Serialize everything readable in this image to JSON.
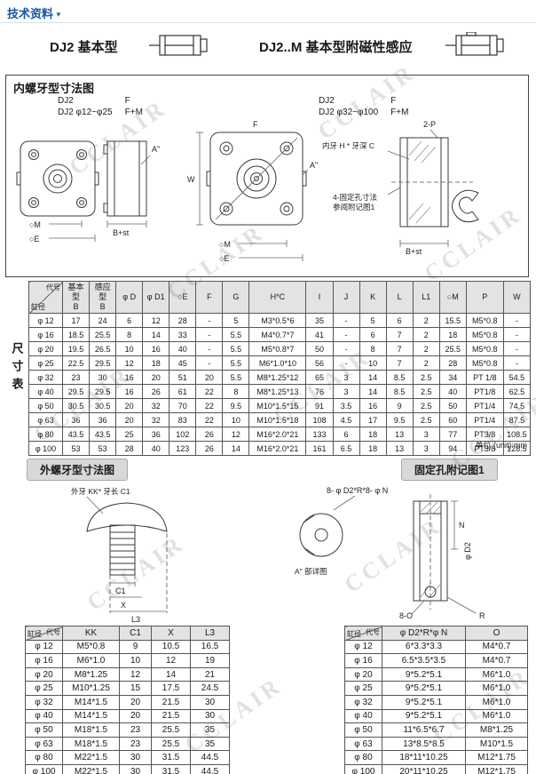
{
  "page": {
    "nav": "技术资料",
    "nav_caret": "▾",
    "unit_note": "单位 (unit):mm",
    "watermark": "CCLAIR"
  },
  "products": {
    "left_title": "DJ2 基本型",
    "right_title": "DJ2..M 基本型附磁性感应"
  },
  "internal": {
    "title": "内螺牙型寸法图",
    "variant_left": {
      "l1": "DJ2",
      "l2": "DJ2 φ12~φ25",
      "r1": "F",
      "r2": "F+M"
    },
    "variant_right": {
      "l1": "DJ2",
      "l2": "DJ2 φ32~φ100",
      "r1": "F",
      "r2": "F+M"
    },
    "labels": {
      "a_mark": "A\"",
      "m_dim": "○M",
      "e_dim": "○E",
      "b_st": "B+st",
      "f_dim": "F",
      "w_dim": "W",
      "p2": "2-P",
      "thread_note": "内牙 H * 牙深 C",
      "hole_note1": "4-固定孔寸法",
      "hole_note2": "参阅附记图1"
    }
  },
  "size_table": {
    "side_label": "尺寸表",
    "headers": [
      {
        "top": "代号",
        "bottom": "缸径"
      },
      "基本型\nB",
      "感应型\nB",
      "φ D",
      "φ D1",
      "○E",
      "F",
      "G",
      "H*C",
      "I",
      "J",
      "K",
      "L",
      "L1",
      "○M",
      "P",
      "W"
    ],
    "rows": [
      [
        "φ 12",
        "17",
        "24",
        "6",
        "12",
        "28",
        "-",
        "5",
        "M3*0.5*6",
        "35",
        "-",
        "5",
        "6",
        "2",
        "15.5",
        "M5*0.8",
        "-"
      ],
      [
        "φ 16",
        "18.5",
        "25.5",
        "8",
        "14",
        "33",
        "-",
        "5.5",
        "M4*0.7*7",
        "41",
        "-",
        "6",
        "7",
        "2",
        "18",
        "M5*0.8",
        "-"
      ],
      [
        "φ 20",
        "19.5",
        "26.5",
        "10",
        "16",
        "40",
        "-",
        "5.5",
        "M5*0.8*7",
        "50",
        "-",
        "8",
        "7",
        "2",
        "25.5",
        "M5*0.8",
        "-"
      ],
      [
        "φ 25",
        "22.5",
        "29.5",
        "12",
        "18",
        "45",
        "-",
        "5.5",
        "M6*1.0*10",
        "56",
        "-",
        "10",
        "7",
        "2",
        "28",
        "M5*0.8",
        "-"
      ],
      [
        "φ 32",
        "23",
        "30",
        "16",
        "20",
        "51",
        "20",
        "5.5",
        "M8*1.25*12",
        "65",
        "3",
        "14",
        "8.5",
        "2.5",
        "34",
        "PT 1/8",
        "54.5"
      ],
      [
        "φ 40",
        "29.5",
        "29.5",
        "16",
        "26",
        "61",
        "22",
        "8",
        "M8*1.25*13",
        "76",
        "3",
        "14",
        "8.5",
        "2.5",
        "40",
        "PT1/8",
        "62.5"
      ],
      [
        "φ 50",
        "30.5",
        "30.5",
        "20",
        "32",
        "70",
        "22",
        "9.5",
        "M10*1.5*15",
        "91",
        "3.5",
        "16",
        "9",
        "2.5",
        "50",
        "PT1/4",
        "74.5"
      ],
      [
        "φ 63",
        "36",
        "36",
        "20",
        "32",
        "83",
        "22",
        "10",
        "M10*1.5*18",
        "108",
        "4.5",
        "17",
        "9.5",
        "2.5",
        "60",
        "PT1/4",
        "87.5"
      ],
      [
        "φ 80",
        "43.5",
        "43.5",
        "25",
        "36",
        "102",
        "26",
        "12",
        "M16*2.0*21",
        "133",
        "6",
        "18",
        "13",
        "3",
        "77",
        "PT3/8",
        "108.5"
      ],
      [
        "φ 100",
        "53",
        "53",
        "28",
        "40",
        "123",
        "26",
        "14",
        "M16*2.0*21",
        "161",
        "6.5",
        "18",
        "13",
        "3",
        "94",
        "PT3/8",
        "128.5"
      ]
    ]
  },
  "external": {
    "title": "外螺牙型寸法图",
    "callout": "外牙 KK* 牙长 C1",
    "dims": {
      "c1": "C1",
      "x": "X",
      "l3": "L3"
    }
  },
  "mounting": {
    "title": "固定孔附记图1",
    "pattern": "8- φ D2*R*8- φ N",
    "detail_caption": "A\" 部详图",
    "labels": {
      "o8": "8-O",
      "r": "R",
      "d2": "φ D2",
      "n": "N"
    }
  },
  "kk_table": {
    "headers": [
      {
        "top": "代号",
        "bottom": "缸径"
      },
      "KK",
      "C1",
      "X",
      "L3"
    ],
    "rows": [
      [
        "φ 12",
        "M5*0.8",
        "9",
        "10.5",
        "16.5"
      ],
      [
        "φ 16",
        "M6*1.0",
        "10",
        "12",
        "19"
      ],
      [
        "φ 20",
        "M8*1.25",
        "12",
        "14",
        "21"
      ],
      [
        "φ 25",
        "M10*1.25",
        "15",
        "17.5",
        "24.5"
      ],
      [
        "φ 32",
        "M14*1.5",
        "20",
        "21.5",
        "30"
      ],
      [
        "φ 40",
        "M14*1.5",
        "20",
        "21.5",
        "30"
      ],
      [
        "φ 50",
        "M18*1.5",
        "23",
        "25.5",
        "35"
      ],
      [
        "φ 63",
        "M18*1.5",
        "23",
        "25.5",
        "35"
      ],
      [
        "φ 80",
        "M22*1.5",
        "30",
        "31.5",
        "44.5"
      ],
      [
        "φ 100",
        "M22*1.5",
        "30",
        "31.5",
        "44.5"
      ]
    ]
  },
  "hole_table": {
    "headers": [
      {
        "top": "代号",
        "bottom": "缸径"
      },
      "φ D2*R*φ N",
      "O"
    ],
    "rows": [
      [
        "φ 12",
        "6*3.3*3.3",
        "M4*0.7"
      ],
      [
        "φ 16",
        "6.5*3.5*3.5",
        "M4*0.7"
      ],
      [
        "φ 20",
        "9*5.2*5.1",
        "M6*1.0"
      ],
      [
        "φ 25",
        "9*5.2*5.1",
        "M6*1.0"
      ],
      [
        "φ 32",
        "9*5.2*5.1",
        "M6*1.0"
      ],
      [
        "φ 40",
        "9*5.2*5.1",
        "M6*1.0"
      ],
      [
        "φ 50",
        "11*6.5*6.7",
        "M8*1.25"
      ],
      [
        "φ 63",
        "13*8.5*8.5",
        "M10*1.5"
      ],
      [
        "φ 80",
        "18*11*10.25",
        "M12*1.75"
      ],
      [
        "φ 100",
        "20*11*10.25",
        "M12*1.75"
      ]
    ]
  }
}
